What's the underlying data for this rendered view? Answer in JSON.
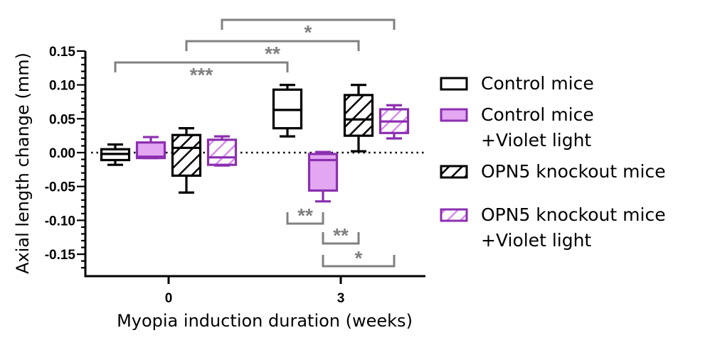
{
  "chart_data": {
    "type": "box",
    "title": "",
    "xlabel": "Myopia induction duration (weeks)",
    "ylabel": "Axial length change (mm)",
    "ylim": [
      -0.17,
      0.15
    ],
    "yticks": [
      0.15,
      0.1,
      0.05,
      0.0,
      -0.05,
      -0.1,
      -0.15
    ],
    "ytick_labels": [
      "0.15",
      "0.10",
      "0.05",
      "0.00",
      "-0.05",
      "-0.10",
      "-0.15"
    ],
    "categories": [
      "0",
      "3"
    ],
    "reference_line": 0.0,
    "grid": false,
    "legend_position": "right",
    "series": [
      {
        "name": "Control mice",
        "style": "open",
        "stroke": "#000000",
        "fill": "#ffffff",
        "hatched": false,
        "boxes": [
          {
            "x": "0",
            "min": -0.018,
            "q1": -0.011,
            "median": -0.002,
            "q3": 0.005,
            "max": 0.012
          },
          {
            "x": "3",
            "min": 0.024,
            "q1": 0.036,
            "median": 0.063,
            "q3": 0.093,
            "max": 0.1
          }
        ]
      },
      {
        "name": "Control mice +Violet light",
        "style": "filled",
        "stroke": "#8b2fb0",
        "fill": "#e3a7f2",
        "hatched": false,
        "boxes": [
          {
            "x": "0",
            "min": -0.008,
            "q1": -0.008,
            "median": -0.006,
            "q3": 0.015,
            "max": 0.023
          },
          {
            "x": "3",
            "min": -0.072,
            "q1": -0.056,
            "median": -0.011,
            "q3": -0.002,
            "max": 0.001
          }
        ]
      },
      {
        "name": "OPN5 knockout mice",
        "style": "hatched",
        "stroke": "#000000",
        "fill": "#ffffff",
        "hatched": true,
        "boxes": [
          {
            "x": "0",
            "min": -0.059,
            "q1": -0.034,
            "median": 0.007,
            "q3": 0.026,
            "max": 0.036
          },
          {
            "x": "3",
            "min": 0.002,
            "q1": 0.025,
            "median": 0.049,
            "q3": 0.085,
            "max": 0.1
          }
        ]
      },
      {
        "name": "OPN5 knockout mice +Violet light",
        "style": "hatched",
        "stroke": "#8b2fb0",
        "fill": "#ffffff",
        "hatch_color": "#d98cf0",
        "hatched": true,
        "boxes": [
          {
            "x": "0",
            "min": -0.019,
            "q1": -0.018,
            "median": -0.007,
            "q3": 0.019,
            "max": 0.024
          },
          {
            "x": "3",
            "min": 0.021,
            "q1": 0.029,
            "median": 0.046,
            "q3": 0.064,
            "max": 0.07
          }
        ]
      }
    ],
    "significance_brackets": [
      {
        "from": {
          "series": 0,
          "x": "0"
        },
        "to": {
          "series": 0,
          "x": "3"
        },
        "label": "***",
        "side": "top",
        "level": 1
      },
      {
        "from": {
          "series": 2,
          "x": "0"
        },
        "to": {
          "series": 2,
          "x": "3"
        },
        "label": "**",
        "side": "top",
        "level": 2
      },
      {
        "from": {
          "series": 3,
          "x": "0"
        },
        "to": {
          "series": 3,
          "x": "3"
        },
        "label": "*",
        "side": "top",
        "level": 3
      },
      {
        "from": {
          "series": 0,
          "x": "3"
        },
        "to": {
          "series": 1,
          "x": "3"
        },
        "label": "**",
        "side": "bottom",
        "level": 1
      },
      {
        "from": {
          "series": 1,
          "x": "3"
        },
        "to": {
          "series": 2,
          "x": "3"
        },
        "label": "**",
        "side": "bottom",
        "level": 2
      },
      {
        "from": {
          "series": 1,
          "x": "3"
        },
        "to": {
          "series": 3,
          "x": "3"
        },
        "label": "*",
        "side": "bottom",
        "level": 3
      }
    ],
    "legend": [
      {
        "lines": [
          "Control mice"
        ]
      },
      {
        "lines": [
          "Control mice",
          "+Violet light"
        ]
      },
      {
        "lines": [
          "OPN5 knockout mice"
        ]
      },
      {
        "lines": [
          "OPN5 knockout mice",
          "+Violet light"
        ]
      }
    ]
  },
  "colors": {
    "bracket": "#808080",
    "axis": "#000000"
  }
}
